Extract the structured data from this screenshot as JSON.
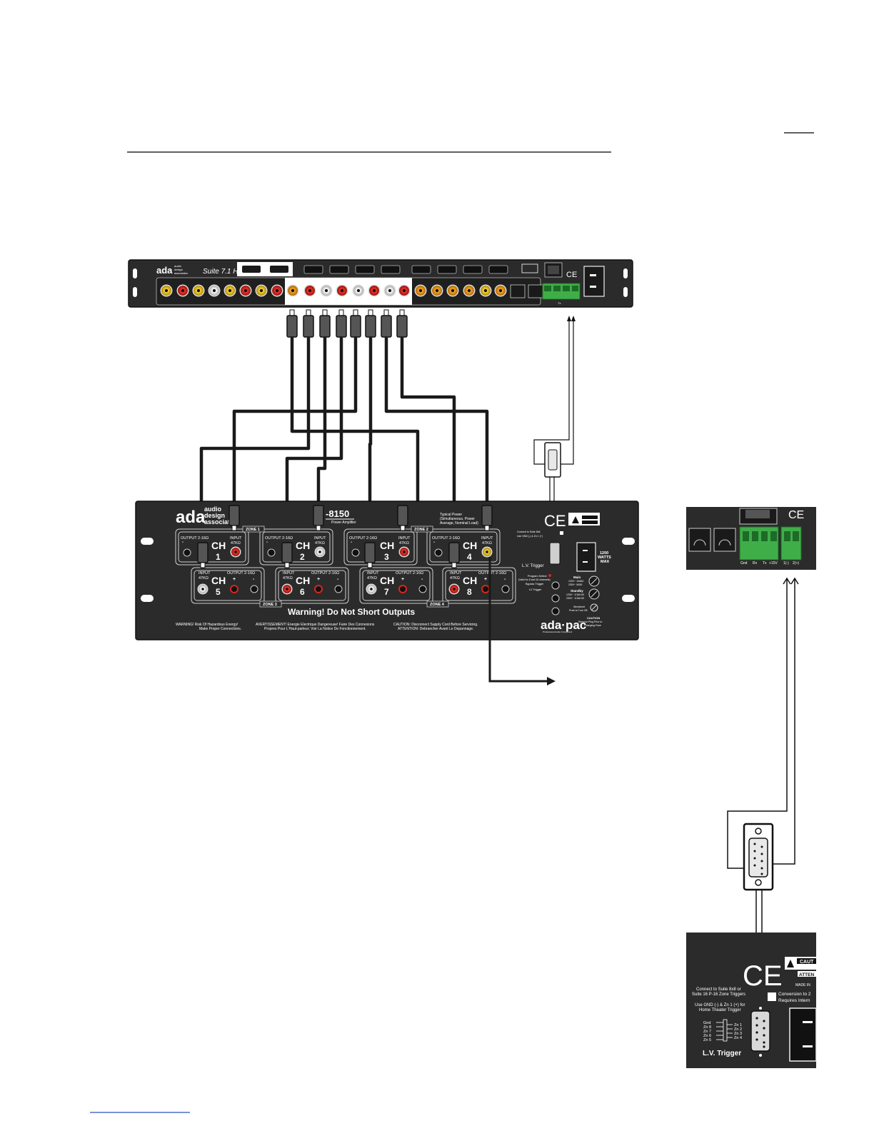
{
  "receiver": {
    "brand_lines": [
      "ada",
      "audio",
      "design",
      "associates"
    ],
    "model": "Suite 7.1 HD",
    "tx_label": "Tx"
  },
  "amplifier": {
    "brand": "ada",
    "brand_lines": [
      "audio",
      "design",
      "associates"
    ],
    "model": "-8150",
    "model_sub": "Power Amplifier",
    "power_note": [
      "Typical Power",
      "(Simultaneous, Power",
      "Average, Nominal Load)"
    ],
    "zones": [
      "ZONE 1",
      "ZONE 2",
      "ZONE 3",
      "ZONE 4"
    ],
    "ch_word": "CH",
    "channels": [
      "1",
      "2",
      "3",
      "4",
      "5",
      "6",
      "7",
      "8"
    ],
    "output_label": "OUTPUT 2-16Ω",
    "output_label_short": "OUTPUT 2-16Ω",
    "input_label": "INPUT",
    "input_ohm": "47KΩ",
    "plus": "+",
    "minus": "-",
    "warning_main": "Warning!  Do Not Short Outputs",
    "warning_en": [
      "WARNING!   Risk Of Hazardous Energy!",
      "Make Proper Connections."
    ],
    "warning_fr": [
      "AVERTISSEMENT!  Energie Electrique Dangereuse! Faire Des Connexions",
      "Propres Pour L'Haut-parleur;  Voir La Notice De Fonctionnement."
    ],
    "caution": [
      "CAUTION:  Disconnect Supply Cord Before Servicing.",
      "ATTENTION:  Debrancher Avant Le Depannage."
    ],
    "lv_trigger": "L.V. Trigger",
    "watts": [
      "1200",
      "WATTS",
      "MAX"
    ],
    "program_detect": [
      "Program Detect",
      "(Valid for 8 and 16 channels)",
      "Bypass Trigger"
    ],
    "lv_trigger_small": "LV Trigger",
    "main": [
      "Main",
      "120V~ 10A60",
      "230V~ 5A50"
    ],
    "standby": [
      "Standby",
      "120V~ 1/16A 60",
      "230V~ 1/16A 50"
    ],
    "worldvolt": [
      "Worldvolt",
      "Push to Turn Off"
    ],
    "caution_small": [
      "CAUTION",
      "Remove Plug Prior to",
      "Changing Fuse"
    ],
    "logo": "ada·pac",
    "logo_sub": "Professional Audio Component"
  },
  "zoom_top": {
    "pin_labels": [
      "Gnd",
      "Rx",
      "Tx",
      "+15V",
      "1(-)",
      "2(+)"
    ]
  },
  "zoom_bottom": {
    "caution": "CAUT",
    "attention": "ATTEN",
    "made_in": "MADE IN",
    "connect_text": [
      "Connect to Suite 8x8 or",
      "Suite 16 P-16 Zone Triggers"
    ],
    "use_text": [
      "Use GND (-) & Zn 1 (+) for",
      "Home Theater Trigger"
    ],
    "conversion": [
      "Conversion to 2",
      "Requires Intern"
    ],
    "left_pins": [
      "Gnd",
      "Zn 8",
      "Zn 7",
      "Zn 6",
      "Zn 5"
    ],
    "right_pins": [
      "Zn 1",
      "Zn 2",
      "Zn 3",
      "Zn 4"
    ],
    "lv_trigger": "L.V. Trigger"
  },
  "colors": {
    "panel": "#2b2b2b",
    "cable": "#1a1a1a",
    "rca_yellow": "#e8c21a",
    "rca_red": "#d8261f",
    "rca_white": "#f2f2f2",
    "rca_orange": "#e8981a",
    "terminal_green": "#3fae49"
  }
}
